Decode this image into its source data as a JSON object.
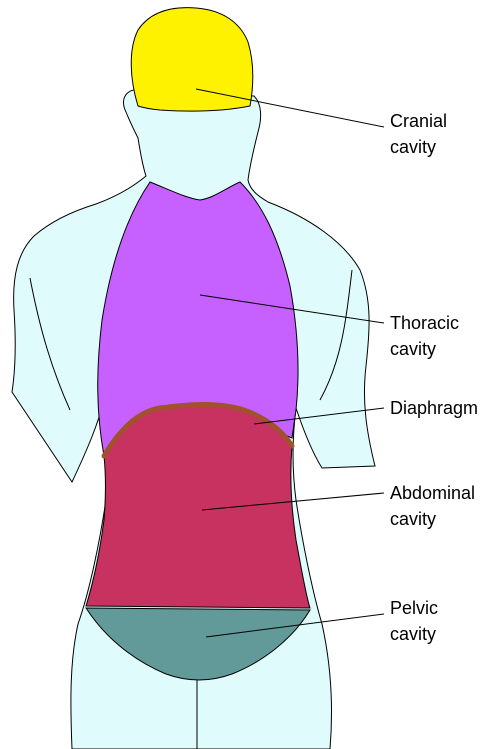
{
  "colors": {
    "body": "#E0FBFB",
    "outline": "#000000",
    "cranial": "#FFF200",
    "thoracic": "#C660FF",
    "diaphragm": "#A0522D",
    "abdominal": "#C83260",
    "pelvic": "#629A99"
  },
  "labels": {
    "cranial": [
      "Cranial",
      "cavity"
    ],
    "thoracic": [
      "Thoracic",
      "cavity"
    ],
    "diaphragm": [
      "Diaphragm"
    ],
    "abdominal": [
      "Abdominal",
      "cavity"
    ],
    "pelvic": [
      "Pelvic",
      "cavity"
    ]
  }
}
